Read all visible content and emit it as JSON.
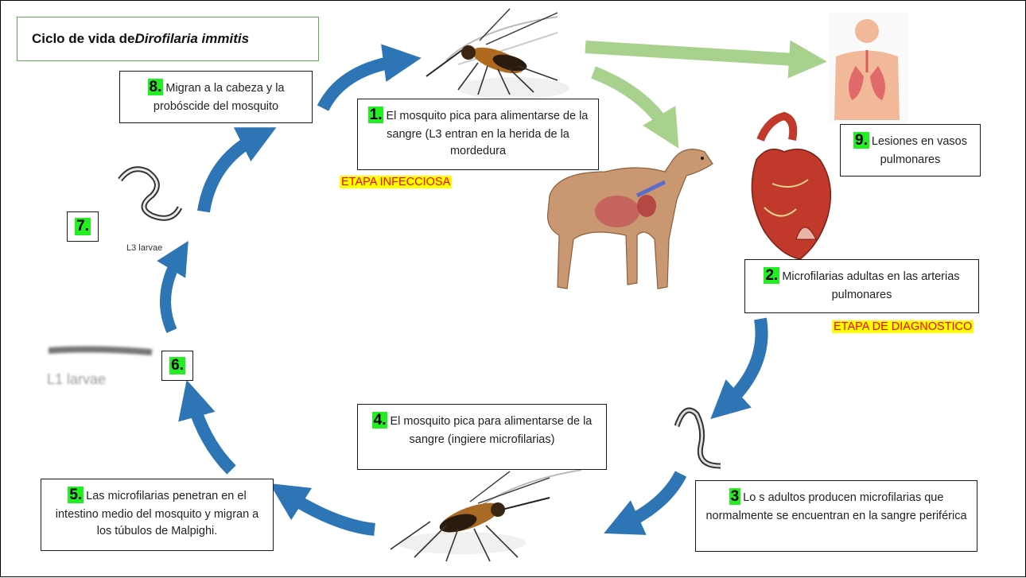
{
  "title": {
    "prefix": "Ciclo de vida de ",
    "italic": "Dirofilaria immitis"
  },
  "steps": [
    {
      "num": "1.",
      "text": "El mosquito pica para alimentarse de la sangre (L3 entran en la herida de la mordedura"
    },
    {
      "num": "2.",
      "text": "Microfilarias adultas en las arterias pulmonares"
    },
    {
      "num": "3",
      "text": "Lo s adultos producen microfilarias que normalmente se encuentran en la sangre periférica"
    },
    {
      "num": "4.",
      "text": "El mosquito pica para alimentarse de la sangre (ingiere microfilarias)"
    },
    {
      "num": "5.",
      "text": "Las microfilarias penetran en el intestino medio del mosquito y migran a los túbulos de Malpighi."
    },
    {
      "num": "6.",
      "text": ""
    },
    {
      "num": "7.",
      "text": ""
    },
    {
      "num": "8.",
      "text": "Migran a la cabeza y la probóscide del mosquito"
    },
    {
      "num": "9.",
      "text": "Lesiones en vasos pulmonares"
    }
  ],
  "stage_labels": {
    "infective": "ETAPA INFECCIOSA",
    "diagnostic": "ETAPA DE DIAGNOSTICO"
  },
  "image_labels": {
    "l3": "L3 larvae",
    "l1": "L1 larvae"
  },
  "colors": {
    "arrow_blue": "#2e75b6",
    "arrow_green": "#a9d18e",
    "highlight_green": "#22ee22",
    "stage_text_red": "#ff0000",
    "stage_bg_yellow": "#ffff00"
  }
}
